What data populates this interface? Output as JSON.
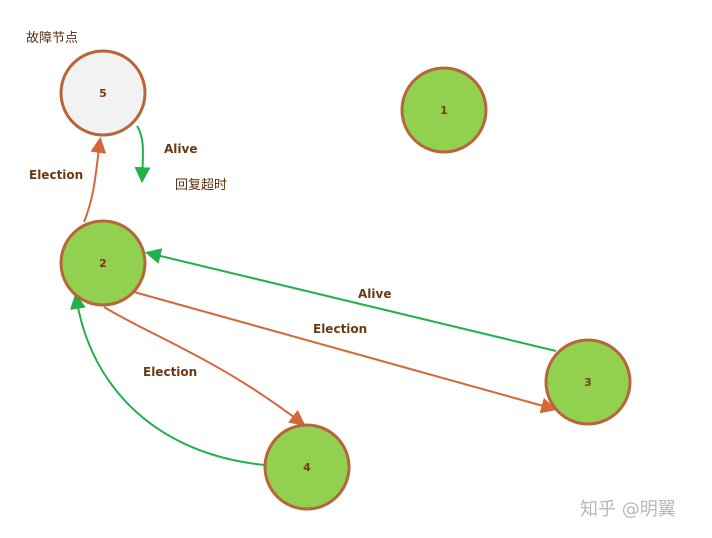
{
  "colors": {
    "alive_node_fill": "#92d050",
    "failed_node_fill": "#f2f2f2",
    "node_stroke": "#b8653a",
    "election_arrow": "#d4683a",
    "alive_arrow": "#22b04b"
  },
  "nodes": {
    "n1": {
      "label": "1"
    },
    "n2": {
      "label": "2"
    },
    "n3": {
      "label": "3"
    },
    "n4": {
      "label": "4"
    },
    "n5": {
      "label": "5"
    }
  },
  "labels": {
    "failed_node_note": "故障节点",
    "reply_timeout_note": "回复超时",
    "alive_top": "Alive",
    "election_top": "Election",
    "alive_3_to_2": "Alive",
    "election_2_to_3": "Election",
    "election_2_to_4": "Election"
  },
  "watermark": "知乎 @明翼"
}
